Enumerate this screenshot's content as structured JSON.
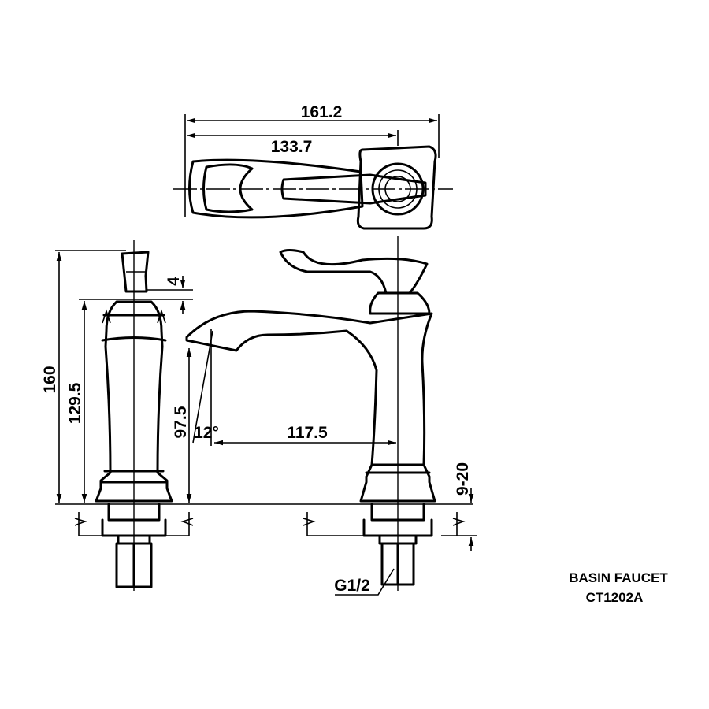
{
  "title": {
    "line1": "BASIN FAUCET",
    "line2": "CT1202A"
  },
  "dimensions": {
    "overall_length": "161.2",
    "spout_length": "133.7",
    "total_height": "160",
    "body_height": "129.5",
    "handle_gap": "4",
    "spout_height": "97.5",
    "spout_angle": "12°",
    "spout_reach": "117.5",
    "counter_thickness": "9-20",
    "thread": "G1/2"
  }
}
